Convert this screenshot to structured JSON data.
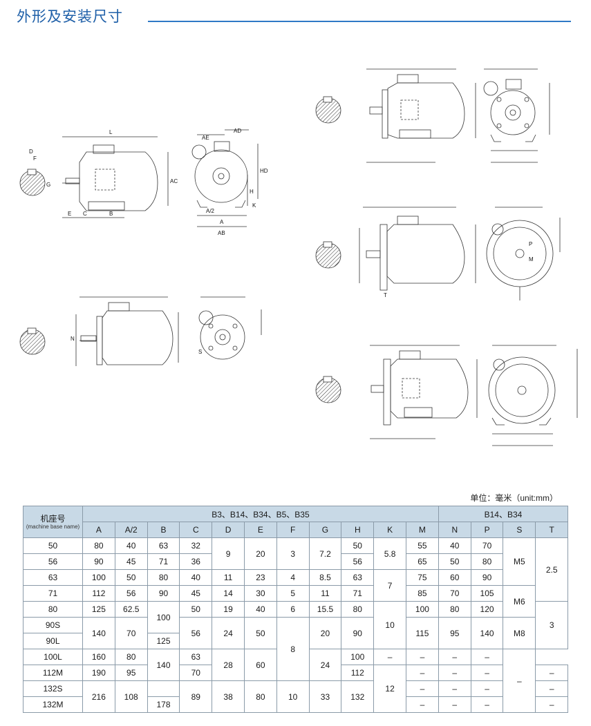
{
  "header": {
    "title": "外形及安装尺寸"
  },
  "drawing_labels": {
    "L": "L",
    "D": "D",
    "F": "F",
    "G": "G",
    "E": "E",
    "C": "C",
    "B": "B",
    "AC": "AC",
    "AE": "AE",
    "AD": "AD",
    "HD": "HD",
    "H": "H",
    "K": "K",
    "A2": "A/2",
    "A": "A",
    "AB": "AB",
    "N": "N",
    "S": "S",
    "T": "T",
    "P": "P",
    "M": "M"
  },
  "unit_note": "单位：毫米（unit:mm）",
  "table": {
    "base_label": "机座号",
    "base_label_en": "(machine base name)",
    "group1": "B3、B14、B34、B5、B35",
    "group2": "B14、B34",
    "columns": [
      "A",
      "A/2",
      "B",
      "C",
      "D",
      "E",
      "F",
      "G",
      "H",
      "K",
      "M",
      "N",
      "P",
      "S",
      "T"
    ],
    "rows": [
      {
        "base": "50",
        "A": "80",
        "A2": "40",
        "B": "63",
        "C": "32",
        "H": "50",
        "M": "55",
        "N": "40",
        "P": "70"
      },
      {
        "base": "56",
        "A": "90",
        "A2": "45",
        "B": "71",
        "C": "36",
        "H": "56",
        "M": "65",
        "N": "50",
        "P": "80"
      },
      {
        "base": "63",
        "A": "100",
        "A2": "50",
        "B": "80",
        "C": "40",
        "D": "11",
        "E": "23",
        "F": "4",
        "G": "8.5",
        "H": "63",
        "M": "75",
        "N": "60",
        "P": "90"
      },
      {
        "base": "71",
        "A": "112",
        "A2": "56",
        "B": "90",
        "C": "45",
        "D": "14",
        "E": "30",
        "F": "5",
        "G": "11",
        "H": "71",
        "M": "85",
        "N": "70",
        "P": "105"
      },
      {
        "base": "80",
        "A": "125",
        "A2": "62.5",
        "C": "50",
        "D": "19",
        "E": "40",
        "F": "6",
        "G": "15.5",
        "H": "80",
        "M": "100",
        "N": "80",
        "P": "120"
      },
      {
        "base": "90S",
        "H": "90"
      },
      {
        "base": "90L",
        "B": "125"
      },
      {
        "base": "100L",
        "A": "160",
        "A2": "80",
        "C": "63",
        "H": "100",
        "M": "–",
        "N": "–",
        "P": "–",
        "S": "–"
      },
      {
        "base": "112M",
        "A": "190",
        "A2": "95",
        "C": "70",
        "H": "112",
        "M": "–",
        "N": "–",
        "P": "–",
        "S": "–"
      },
      {
        "base": "132S",
        "M": "–",
        "N": "–",
        "P": "–",
        "S": "–"
      },
      {
        "base": "132M",
        "B": "178",
        "M": "–",
        "N": "–",
        "P": "–",
        "S": "–"
      }
    ],
    "merged": {
      "D_50_56": "9",
      "E_50_56": "20",
      "F_50_56": "3",
      "G_50_56": "7.2",
      "K_50_56": "5.8",
      "K_63_71": "7",
      "S_50_63": "M5",
      "T_50_71": "2.5",
      "S_71_80": "M6",
      "B_80_90S": "100",
      "T_80_90L": "3",
      "A_90": "140",
      "A2_90": "70",
      "C_90": "56",
      "D_90": "24",
      "E_90": "50",
      "G_90": "20",
      "M_90": "115",
      "N_90": "95",
      "P_90": "140",
      "S_90": "M8",
      "K_80_100": "10",
      "F_90_112": "8",
      "B_100_112": "140",
      "D_100_112": "28",
      "E_100_112": "60",
      "G_100_112": "24",
      "K_112_132": "12",
      "T_100_132": "–",
      "A_132": "216",
      "A2_132": "108",
      "C_132": "89",
      "D_132": "38",
      "E_132": "80",
      "F_132": "10",
      "G_132": "33",
      "H_132": "132"
    }
  }
}
